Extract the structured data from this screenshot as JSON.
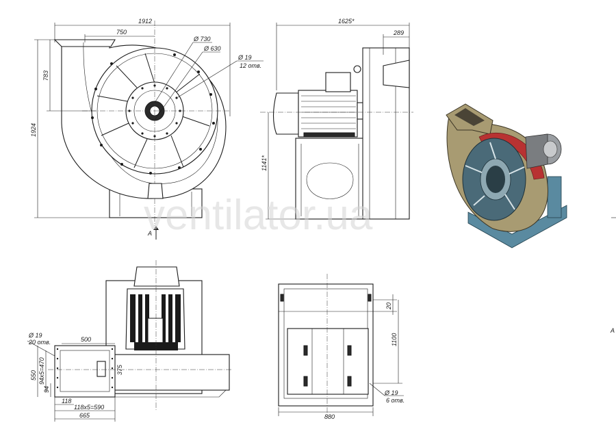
{
  "watermark": "ventilator.ua",
  "front_view": {
    "width": "1912",
    "inlet_offset": "750",
    "height": "1924",
    "inlet_height": "783",
    "dia_outer": "Ø 730",
    "dia_inner": "Ø 630",
    "bolt_dia": "Ø 19",
    "bolt_count": "12 отв.",
    "section_mark": "А"
  },
  "side_view": {
    "length": "1625*",
    "inlet_depth": "289",
    "shaft_height": "1141*"
  },
  "plan_view": {
    "bolt_dia": "Ø 19",
    "bolt_count": "20 отв.",
    "outlet_width": "500",
    "outlet_height": "550",
    "pitch_v": "94x5=470",
    "pitch_v_end": "94",
    "depth": "375",
    "pitch_h_end": "118",
    "pitch_h": "118x5=590",
    "outer_width": "665"
  },
  "base_view": {
    "top_offset": "20",
    "height": "1100",
    "width": "880",
    "bolt_dia": "Ø 19",
    "bolt_count": "6 отв."
  },
  "right_mark": "А",
  "colors": {
    "scroll_casing": "#a89b72",
    "impeller_disc": "#4a6a78",
    "frame": "#5a8aa0",
    "motor": "#7a7d80",
    "inlet_red": "#b83232"
  },
  "icons": [
    "centrifugal-fan-3d-render"
  ]
}
